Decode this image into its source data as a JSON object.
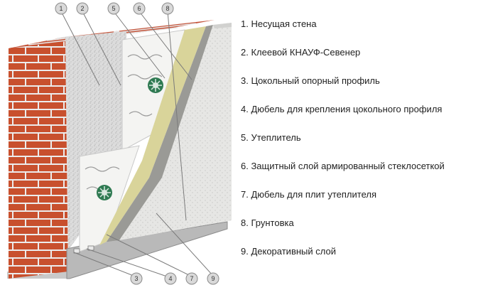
{
  "callouts": {
    "top": [
      "1",
      "2",
      "5",
      "6",
      "8"
    ],
    "bottom": [
      "3",
      "4",
      "7",
      "9"
    ]
  },
  "legend": [
    "1. Несущая стена",
    "2. Клеевой КНАУФ-Севенер",
    "3. Цокольный опорный профиль",
    "4. Дюбель для крепления цокольного профиля",
    "5. Утеплитель",
    "6. Защитный слой армированный стеклосеткой",
    "7. Дюбель для плит утеплителя",
    "8. Грунтовка",
    "9. Декоративный слой"
  ],
  "colors": {
    "brick": "#c8502e",
    "mortar": "#eeeeee",
    "adhesive": "#d8d8d8",
    "insulation": "#f2f2f0",
    "mesh_layer": "#d9d49a",
    "primer": "#9a9a96",
    "decor": "#e2e2e2",
    "dowel": "#2f7a52"
  }
}
